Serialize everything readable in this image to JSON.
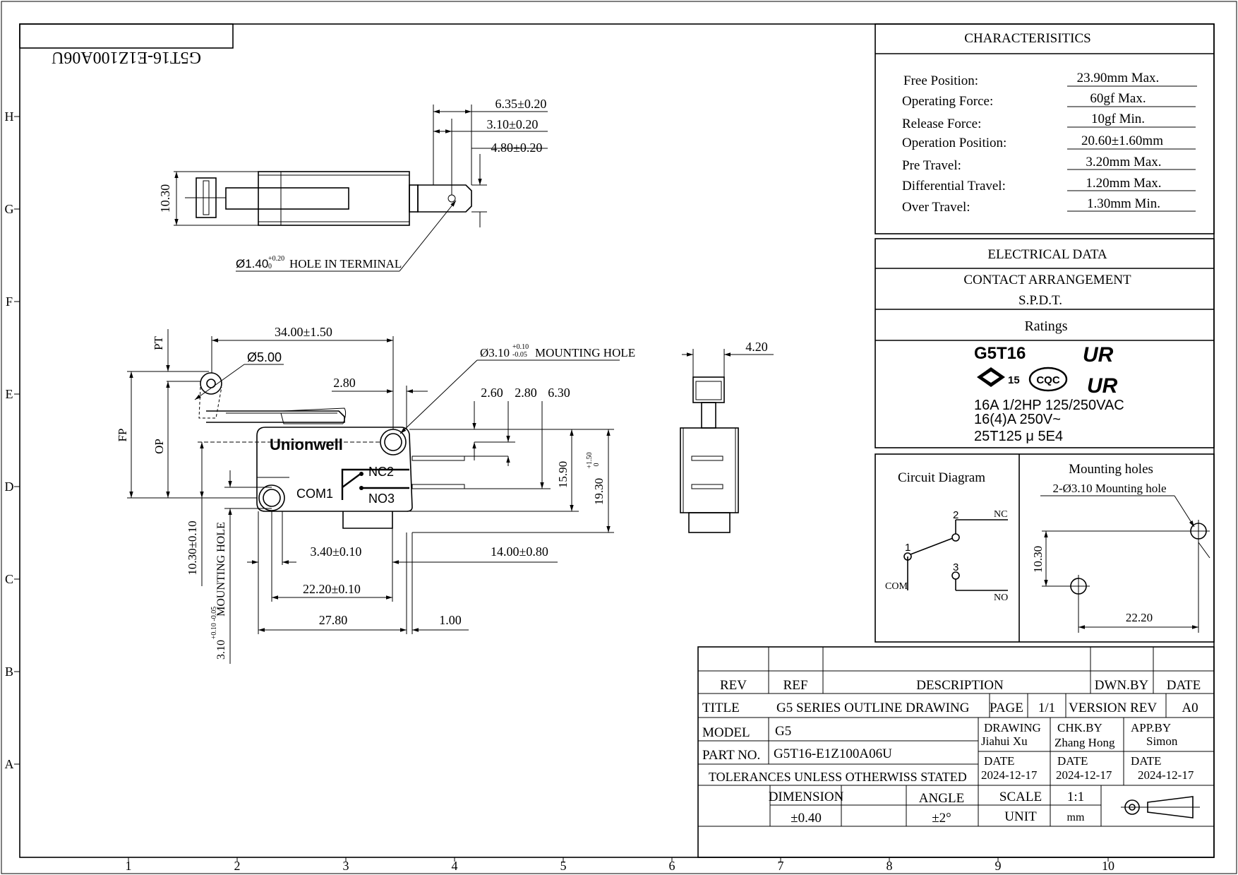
{
  "drawing_code_mirrored": "G5T16-E1Z100A06U",
  "grid": {
    "columns": [
      "1",
      "2",
      "3",
      "4",
      "5",
      "6",
      "7",
      "8",
      "9",
      "10"
    ],
    "rows": [
      "H",
      "G",
      "F",
      "E",
      "D",
      "C",
      "B",
      "A"
    ]
  },
  "top_view": {
    "dim_width": "10.30",
    "dim_a": "6.35±0.20",
    "dim_b": "3.10±0.20",
    "dim_c": "4.80±0.20",
    "hole_note_prefix": "Ø1.40",
    "hole_note_tol": "+0.20",
    "hole_note_tol_low": "0",
    "hole_note_text": "HOLE IN TERMINAL"
  },
  "front_view": {
    "brand": "Unionwell",
    "label_com": "COM1",
    "label_nc": "NC2",
    "label_no": "NO3",
    "dim_pt": "PT",
    "dim_fp": "FP",
    "dim_op": "OP",
    "dim_lever": "34.00±1.50",
    "dim_roller": "Ø5.00",
    "dim_2_80_top": "2.80",
    "dim_mount_prefix": "Ø3.10",
    "dim_mount_tol_hi": "+0.10",
    "dim_mount_tol_lo": "-0.05",
    "dim_mount_text": "MOUNTING HOLE",
    "dim_2_60": "2.60",
    "dim_2_80": "2.80",
    "dim_6_30": "6.30",
    "dim_15_90": "15.90",
    "dim_19_30": "19.30",
    "dim_19_30_tol_hi": "+1.50",
    "dim_19_30_tol_lo": "0",
    "dim_10_30": "10.30±0.10",
    "dim_mh_left_text": "MOUNTING HOLE",
    "dim_3_10_left": "3.10",
    "dim_3_10_left_tol": "+0.10 -0.05",
    "dim_3_40": "3.40±0.10",
    "dim_14_00": "14.00±0.80",
    "dim_22_20": "22.20±0.10",
    "dim_27_80": "27.80",
    "dim_1_00": "1.00"
  },
  "side_view": {
    "dim_width": "4.20"
  },
  "characteristics": {
    "header": "CHARACTERISITICS",
    "rows": [
      {
        "label": "Free Position:",
        "value": "23.90mm Max."
      },
      {
        "label": "Operating Force:",
        "value": "60gf Max."
      },
      {
        "label": "Release Force:",
        "value": "10gf Min."
      },
      {
        "label": "Operation Position:",
        "value": "20.60±1.60mm"
      },
      {
        "label": "Pre Travel:",
        "value": "3.20mm Max."
      },
      {
        "label": "Differential Travel:",
        "value": "1.20mm Max."
      },
      {
        "label": "Over Travel:",
        "value": "1.30mm Min."
      }
    ]
  },
  "electrical": {
    "header": "ELECTRICAL DATA",
    "contact_label": "CONTACT ARRANGEMENT",
    "contact_value": "S.P.D.T.",
    "ratings_label": "Ratings",
    "model": "G5T16",
    "rating_lines": [
      "16A 1/2HP 125/250VAC",
      "16(4)A  250V~",
      "25T125 μ 5E4"
    ],
    "enec_number": "15",
    "cqc": "CQC",
    "ur_mark": "UR"
  },
  "circuit": {
    "title": "Circuit Diagram",
    "pin1": "1",
    "pin2": "2",
    "pin3": "3",
    "com": "COM",
    "nc": "NC",
    "no": "NO"
  },
  "mounting_holes": {
    "title": "Mounting holes",
    "note": "2-Ø3.10 Mounting hole",
    "dim_v": "10.30",
    "dim_h": "22.20"
  },
  "title_block": {
    "rev_label": "REV",
    "ref_label": "REF",
    "desc_label": "DESCRIPTION",
    "dwn_label": "DWN.BY",
    "date_label": "DATE",
    "title_label": "TITLE",
    "title_value": "G5 SERIES OUTLINE DRAWING",
    "page_label": "PAGE",
    "page_value": "1/1",
    "version_label": "VERSION REV",
    "version_value": "A0",
    "model_label": "MODEL",
    "model_value": "G5",
    "part_label": "PART NO.",
    "part_value": "G5T16-E1Z100A06U",
    "drawing_label": "DRAWING",
    "drawing_value": "Jiahui Xu",
    "chk_label": "CHK.BY",
    "chk_value": "Zhang Hong",
    "app_label": "APP.BY",
    "app_value": "Simon",
    "date1_label": "DATE",
    "date1_value": "2024-12-17",
    "date2_label": "DATE",
    "date2_value": "2024-12-17",
    "date3_label": "DATE",
    "date3_value": "2024-12-17",
    "tolerances": "TOLERANCES UNLESS OTHERWISS STATED",
    "dimension_label": "DIMENSION",
    "dimension_value": "±0.40",
    "angle_label": "ANGLE",
    "angle_value": "±2°",
    "scale_label": "SCALE",
    "scale_value": "1:1",
    "unit_label": "UNIT",
    "unit_value": "mm"
  }
}
